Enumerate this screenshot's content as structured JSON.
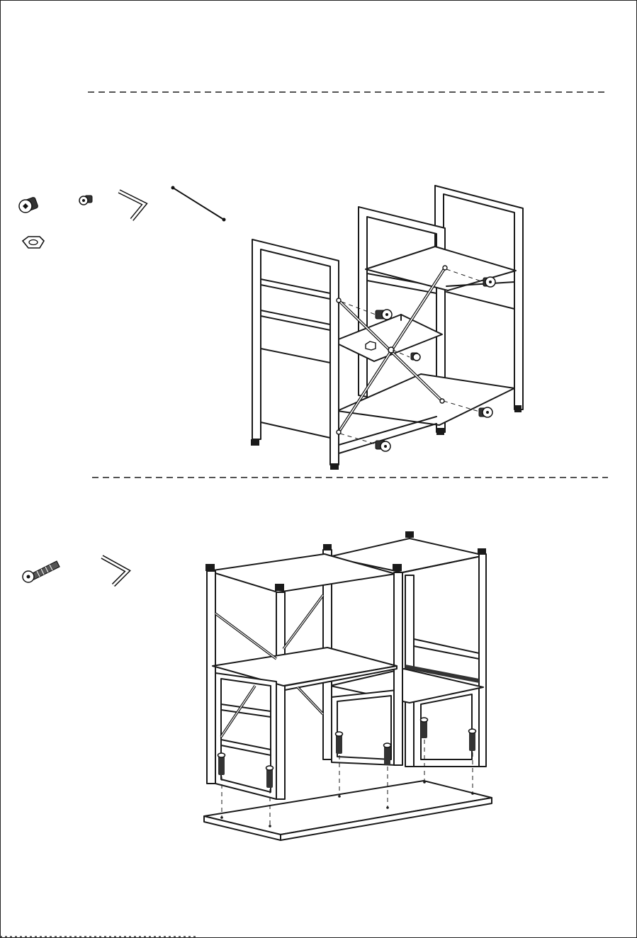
{
  "page": {
    "step_separators": 2,
    "steps": [
      {
        "hardware": [
          {
            "name": "short-bolt",
            "icon": "bolt-icon"
          },
          {
            "name": "small-screw",
            "icon": "screw-icon"
          },
          {
            "name": "allen-key",
            "icon": "hex-key-icon"
          },
          {
            "name": "cross-rod",
            "icon": "rod-icon"
          },
          {
            "name": "hex-nut",
            "icon": "nut-icon"
          }
        ],
        "illustration": "side-frames-with-cross-bars"
      },
      {
        "hardware": [
          {
            "name": "long-bolt",
            "icon": "long-bolt-icon"
          },
          {
            "name": "allen-key",
            "icon": "hex-key-icon"
          }
        ],
        "illustration": "frame-to-top-board"
      }
    ]
  },
  "colors": {
    "ink": "#1a1a1a",
    "paper": "#ffffff"
  }
}
